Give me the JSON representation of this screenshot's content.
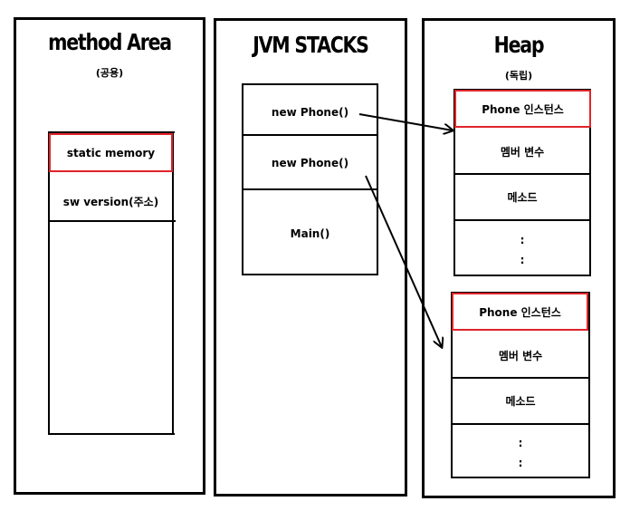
{
  "method_area": {
    "title": "method Area",
    "subtitle": "(공용)",
    "rows": [
      "static memory",
      "sw version(주소)"
    ]
  },
  "jvm_stacks": {
    "title": "JVM STACKS",
    "frames": [
      "new Phone()",
      "new Phone()",
      "Main()"
    ]
  },
  "heap": {
    "title": "Heap",
    "subtitle": "(독립)",
    "instances": [
      {
        "header": "Phone 인스턴스",
        "member": "멤버 변수",
        "method": "메소드",
        "dots": [
          ":",
          ":"
        ]
      },
      {
        "header": "Phone 인스턴스",
        "member": "멤버 변수",
        "method": "메소드",
        "dots": [
          ":",
          ":"
        ]
      }
    ]
  },
  "colors": {
    "highlight": "#e0242a",
    "line": "#000000"
  }
}
